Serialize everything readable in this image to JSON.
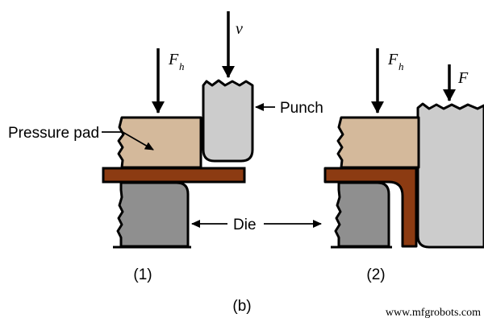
{
  "figure": {
    "panel_letter": "(b)",
    "watermark": "www.mfgrobots.com",
    "colors": {
      "pressure_pad": "#d4b99b",
      "punch": "#cccccc",
      "die": "#8f8f8f",
      "sheet_metal": "#8c3b12",
      "outline": "#000000",
      "background": "#ffffff"
    }
  },
  "labels": {
    "pressure_pad": "Pressure pad",
    "punch": "Punch",
    "die": "Die"
  },
  "force_symbols": {
    "holder_force": "F",
    "holder_force_subscript": "h",
    "velocity": "v",
    "punch_force": "F"
  },
  "steps": [
    {
      "id": "step-1",
      "caption": "(1)",
      "description": "Punch descending at velocity v toward sheet metal held by pressure pad over die",
      "arrows": [
        {
          "name": "holder-force-arrow",
          "symbol": "F",
          "subscript": "h",
          "direction": "down"
        },
        {
          "name": "velocity-arrow",
          "symbol": "v",
          "subscript": "",
          "direction": "down"
        }
      ],
      "callouts": [
        {
          "name": "pressure-pad-callout",
          "label": "Pressure pad",
          "arrow": "right"
        },
        {
          "name": "punch-callout",
          "label": "Punch",
          "arrow": "left"
        },
        {
          "name": "die-callout",
          "label": "Die",
          "arrow": "both"
        }
      ]
    },
    {
      "id": "step-2",
      "caption": "(2)",
      "description": "Punch has formed the sheet metal around the die corner under force F",
      "arrows": [
        {
          "name": "holder-force-arrow",
          "symbol": "F",
          "subscript": "h",
          "direction": "down"
        },
        {
          "name": "punch-force-arrow",
          "symbol": "F",
          "subscript": "",
          "direction": "down"
        }
      ],
      "callouts": []
    }
  ]
}
